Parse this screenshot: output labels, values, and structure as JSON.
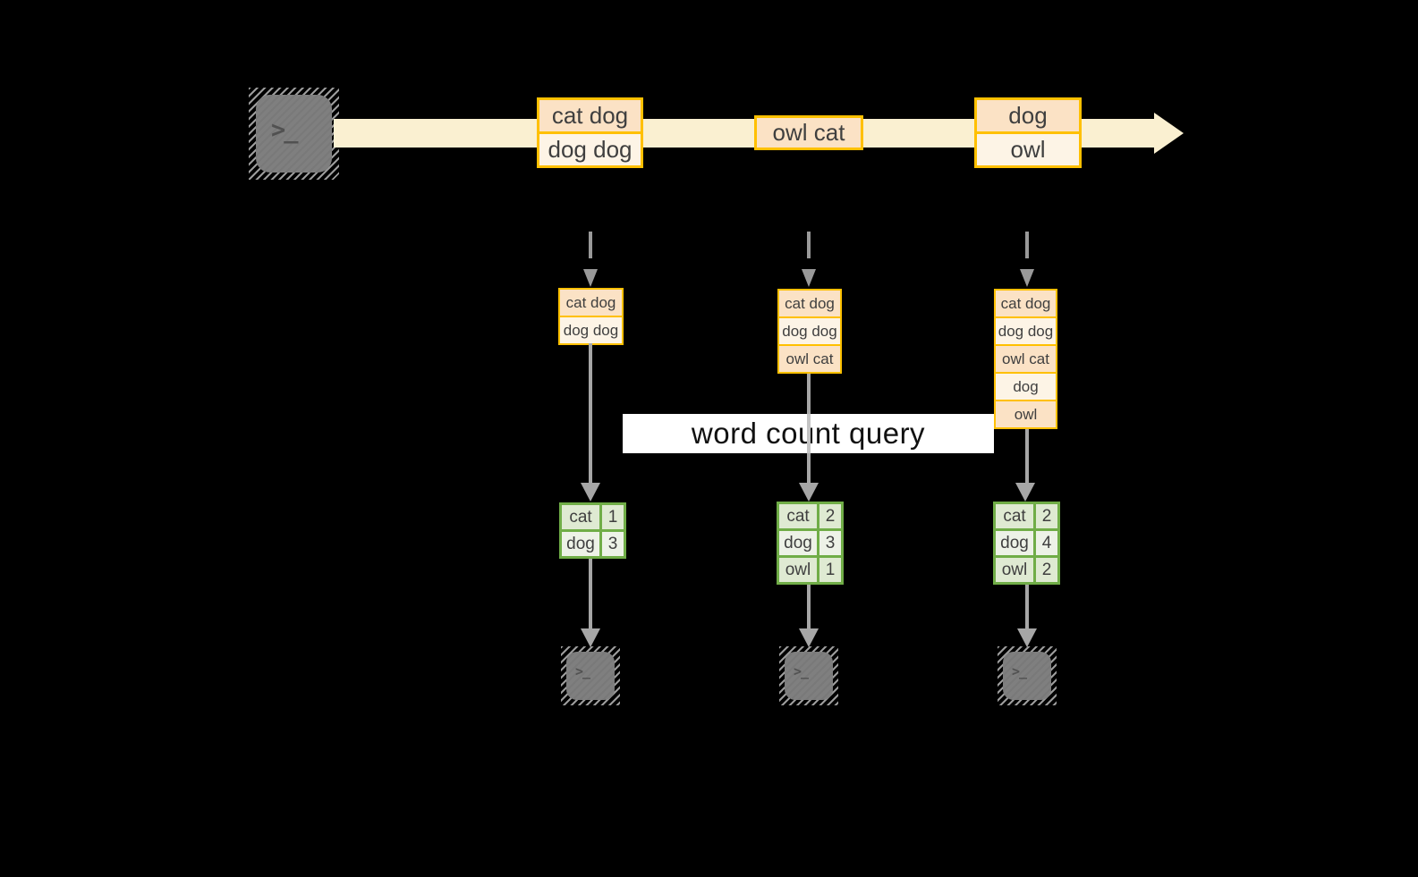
{
  "colors": {
    "background": "#000000",
    "gold": "#FFC000",
    "peach": "#FBE2C5",
    "cream": "#FDF4E6",
    "stream": "#FAF0D1",
    "green": "#70AD47",
    "green-light": "#DFEAD2",
    "green-lighter": "#EDF2E7",
    "arrow-gray": "#A6A6A6",
    "dash-gray": "#999999",
    "terminal-gray": "#7F7F7F",
    "text-dark": "#3F3F3F",
    "query-bg": "#FFFFFF",
    "query-text": "#111111"
  },
  "icons": {
    "terminal_glyph": ">_"
  },
  "stream": {
    "batches": [
      {
        "cells": [
          "cat dog",
          "dog dog"
        ]
      },
      {
        "cells": [
          "owl cat"
        ]
      },
      {
        "cells": [
          "dog",
          "owl"
        ]
      }
    ]
  },
  "query": {
    "label": "word count query"
  },
  "pipelines": [
    {
      "input_state": [
        "cat dog",
        "dog dog"
      ],
      "result": {
        "rows": [
          {
            "word": "cat",
            "count": "1"
          },
          {
            "word": "dog",
            "count": "3"
          }
        ]
      }
    },
    {
      "input_state": [
        "cat dog",
        "dog dog",
        "owl cat"
      ],
      "result": {
        "rows": [
          {
            "word": "cat",
            "count": "2"
          },
          {
            "word": "dog",
            "count": "3"
          },
          {
            "word": "owl",
            "count": "1"
          }
        ]
      }
    },
    {
      "input_state": [
        "cat dog",
        "dog dog",
        "owl cat",
        "dog",
        "owl"
      ],
      "result": {
        "rows": [
          {
            "word": "cat",
            "count": "2"
          },
          {
            "word": "dog",
            "count": "4"
          },
          {
            "word": "owl",
            "count": "2"
          }
        ]
      }
    }
  ]
}
